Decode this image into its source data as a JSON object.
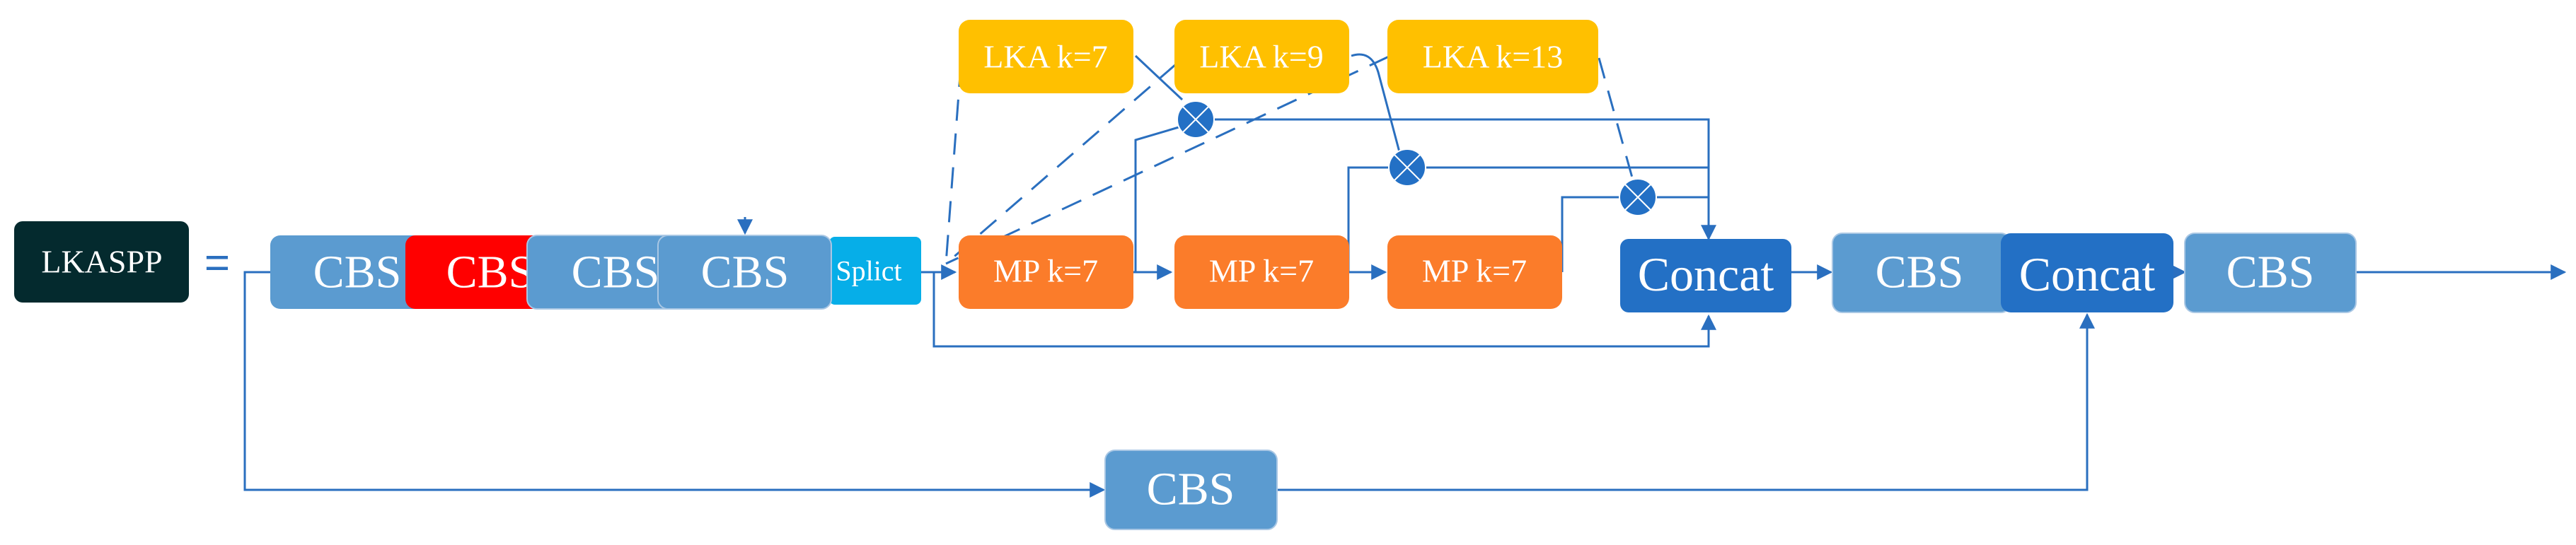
{
  "colors": {
    "dark": "#042a2e",
    "cbs": "#5b9bd0",
    "cbs_red": "#ff0000",
    "splict": "#06aee8",
    "lka": "#ffc000",
    "mp": "#fb7c2a",
    "concat": "#2370c5",
    "line": "#2a6fbf"
  },
  "title": {
    "label": "LKASPP",
    "equals": "="
  },
  "blocks": {
    "cbs_1": "CBS",
    "cbs_2": "CBS",
    "cbs_3": "CBS",
    "cbs_4": "CBS",
    "splict": "Splict",
    "mp_1": "MP k=7",
    "mp_2": "MP k=7",
    "mp_3": "MP k=7",
    "lka_1": "LKA k=7",
    "lka_2": "LKA k=9",
    "lka_3": "LKA k=13",
    "concat_1": "Concat",
    "cbs_5": "CBS",
    "concat_2": "Concat",
    "cbs_6": "CBS",
    "cbs_bottom": "CBS"
  },
  "multiply_symbols": 3
}
